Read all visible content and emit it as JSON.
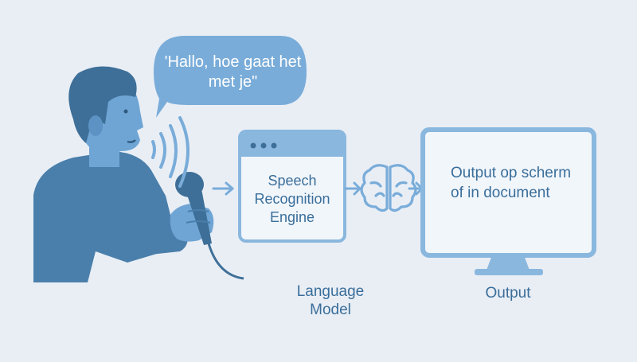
{
  "speech_bubble": {
    "text": "'Hallo, hoe gaat het met je\""
  },
  "engine": {
    "label": "Speech Recognition Engine"
  },
  "language_model": {
    "label": "Language Model"
  },
  "monitor": {
    "screen_text": "Output op scherm of in document"
  },
  "output": {
    "label": "Output"
  },
  "colors": {
    "background": "#e9eef5",
    "dark_blue": "#4a7fab",
    "mid_blue": "#6fa5d4",
    "light_blue": "#c9def0",
    "text_blue": "#3a6e9a"
  },
  "icons": [
    "person-icon",
    "microphone-icon",
    "sound-waves-icon",
    "brain-icon",
    "monitor-icon",
    "arrow-icon"
  ]
}
